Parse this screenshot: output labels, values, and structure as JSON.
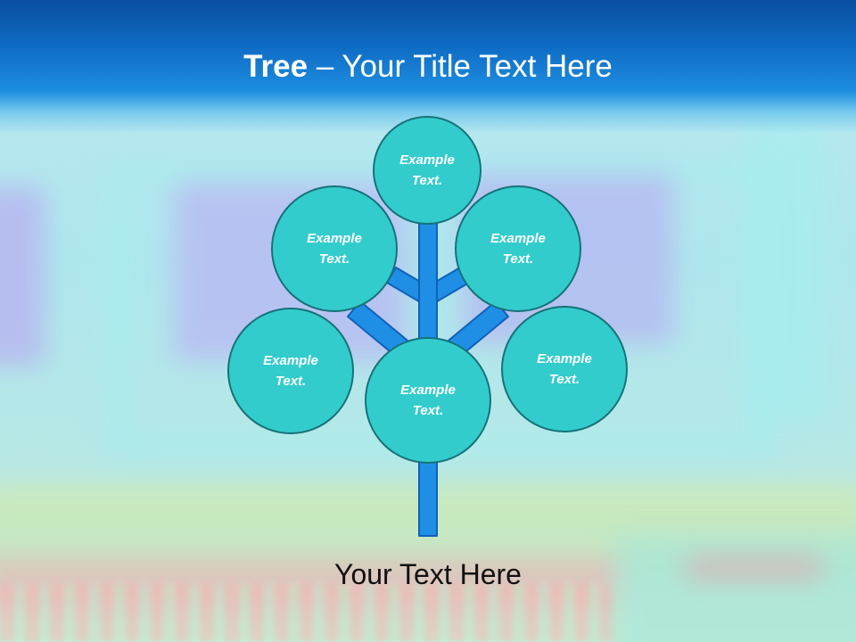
{
  "slide": {
    "title_bold": "Tree",
    "title_rest": " – Your Title Text Here",
    "bottom_text": "Your Text Here"
  },
  "tree": {
    "nodes": [
      {
        "label": "Example Text."
      },
      {
        "label": "Example Text."
      },
      {
        "label": "Example Text."
      },
      {
        "label": "Example Text."
      },
      {
        "label": "Example Text."
      },
      {
        "label": "Example Text."
      }
    ]
  },
  "colors": {
    "node_fill": "#33cccc",
    "node_border": "#16737a",
    "branch_fill": "#1f8fe6",
    "branch_stroke": "#1160b8",
    "title_band": "#0f6cc4"
  }
}
